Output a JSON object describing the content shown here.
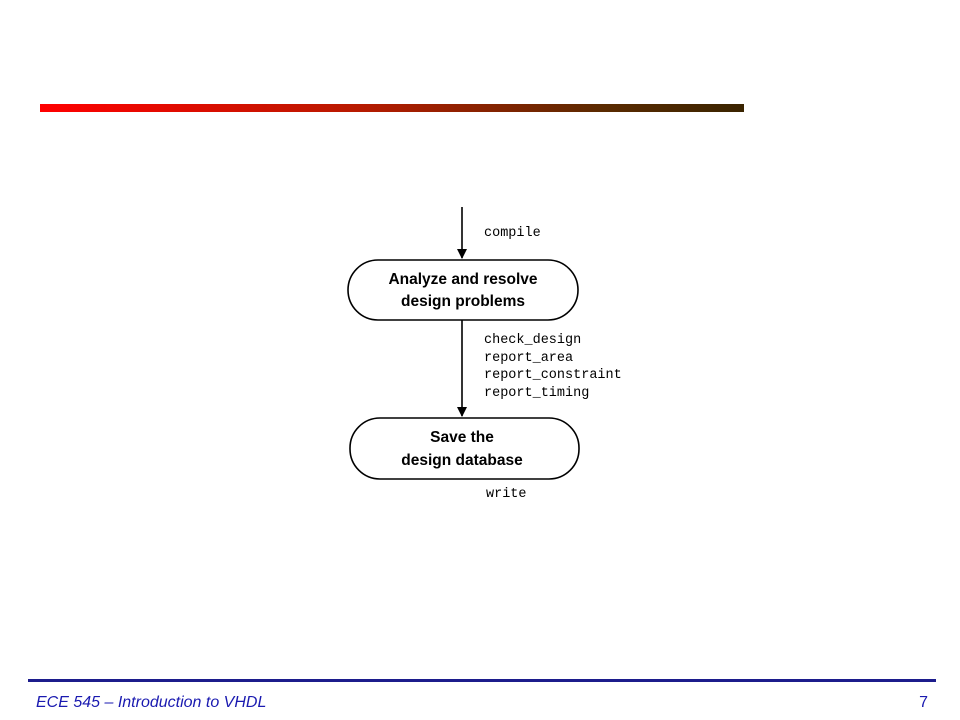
{
  "nodes": {
    "analyze": {
      "line1": "Analyze and resolve",
      "line2": "design problems"
    },
    "save": {
      "line1": "Save the",
      "line2": "design database"
    }
  },
  "commands": {
    "top": "compile",
    "middle": [
      "check_design",
      "report_area",
      "report_constraint",
      "report_timing"
    ],
    "bottom": "write"
  },
  "footer": {
    "course": "ECE 545 – Introduction to VHDL",
    "page": "7"
  },
  "colors": {
    "bar_start": "#ff0000",
    "bar_end": "#3a2400",
    "footer_accent": "#1a1ab0"
  }
}
